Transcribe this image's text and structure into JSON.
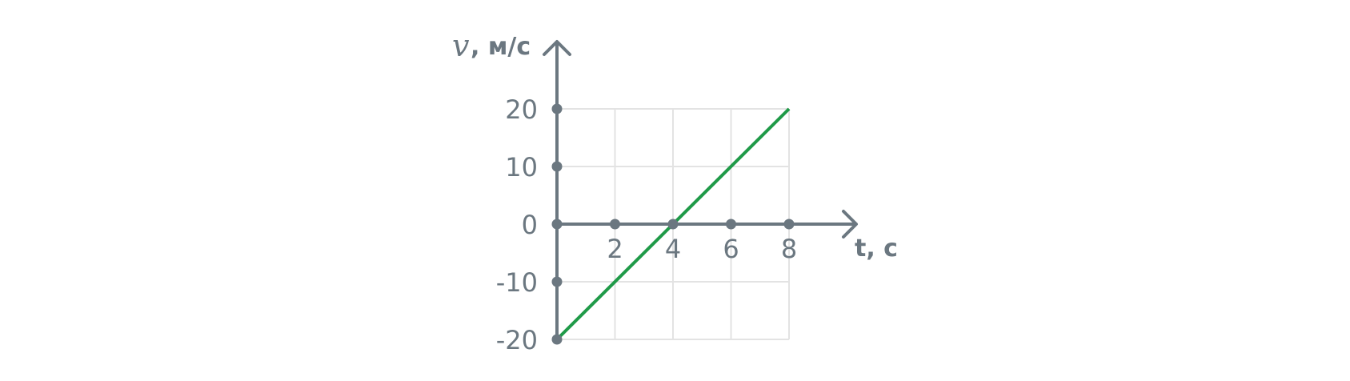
{
  "chart_data": {
    "type": "line",
    "x_axis": {
      "label": "t, с",
      "ticks": [
        2,
        4,
        6,
        8
      ],
      "range": [
        0,
        8
      ]
    },
    "y_axis": {
      "label_symbol": "v",
      "label_unit": ", м/с",
      "ticks": [
        -20,
        -10,
        0,
        10,
        20
      ],
      "range": [
        -20,
        20
      ]
    },
    "grid": true,
    "series": [
      {
        "x": [
          0,
          8
        ],
        "y": [
          -20,
          20
        ],
        "color": "#1f9a48"
      }
    ],
    "colors": {
      "axis": "#6b7780",
      "grid": "#e3e3e3",
      "line": "#1f9a48"
    }
  }
}
